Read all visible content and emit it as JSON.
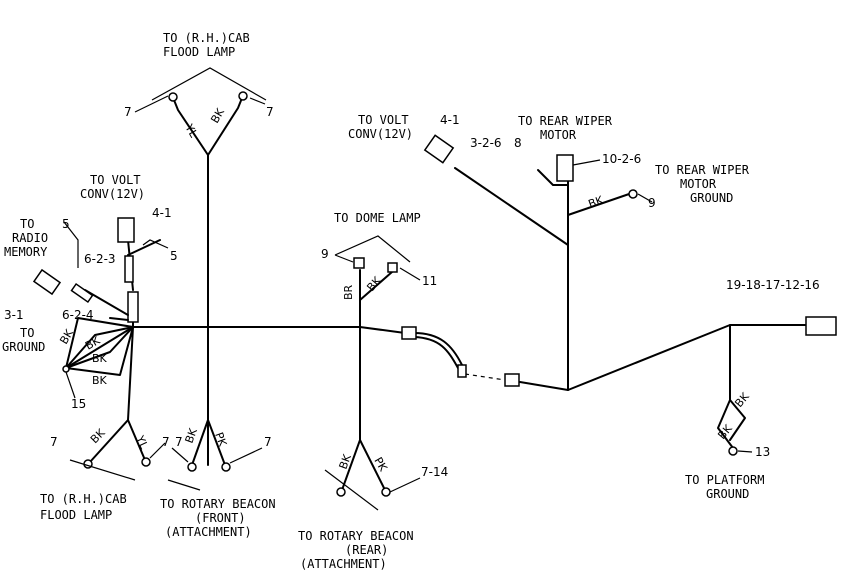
{
  "labels": {
    "cab_flood_top_1": "TO (R.H.)CAB",
    "cab_flood_top_2": "FLOOD LAMP",
    "volt_conv_left_1": "TO VOLT",
    "volt_conv_left_2": "CONV(12V)",
    "radio_1": "TO",
    "radio_2": "RADIO",
    "radio_3": "MEMORY",
    "ground_left_1": "TO",
    "ground_left_2": "GROUND",
    "cab_flood_bottom_1": "TO (R.H.)CAB",
    "cab_flood_bottom_2": "FLOOD LAMP",
    "beacon_front_1": "TO ROTARY BEACON",
    "beacon_front_2": "(FRONT)",
    "beacon_front_3": "(ATTACHMENT)",
    "beacon_rear_1": "TO ROTARY BEACON",
    "beacon_rear_2": "(REAR)",
    "beacon_rear_3": "(ATTACHMENT)",
    "dome_lamp": "TO DOME LAMP",
    "volt_conv_right_1": "TO VOLT",
    "volt_conv_right_2": "CONV(12V)",
    "volt_conv_right_code": "4-1",
    "rear_wiper_motor_1": "TO REAR WIPER",
    "rear_wiper_motor_2": "MOTOR",
    "rear_wiper_ground_1": "TO REAR WIPER",
    "rear_wiper_ground_2": "MOTOR",
    "rear_wiper_ground_3": "GROUND",
    "platform_ground_1": "TO PLATFORM",
    "platform_ground_2": "GROUND",
    "main_connector": "19-18-17-12-16"
  },
  "wire_colors": {
    "bk": "BK",
    "yl": "YL",
    "pk": "PK",
    "br": "BR"
  },
  "callouts": {
    "n7a": "7",
    "n7b": "7",
    "n7c": "7",
    "n7d": "7",
    "n7e": "7",
    "n7f": "7",
    "n4_1": "4-1",
    "n5a": "5",
    "n5b": "5",
    "n6_2_3": "6-2-3",
    "n6_2_4": "6-2-4",
    "n3_1": "3-1",
    "n15": "15",
    "n9a": "9",
    "n9b": "9",
    "n11": "11",
    "n7_14": "7-14",
    "n3_2_6": "3-2-6",
    "n8": "8",
    "n10_2_6": "10-2-6",
    "n13": "13"
  }
}
